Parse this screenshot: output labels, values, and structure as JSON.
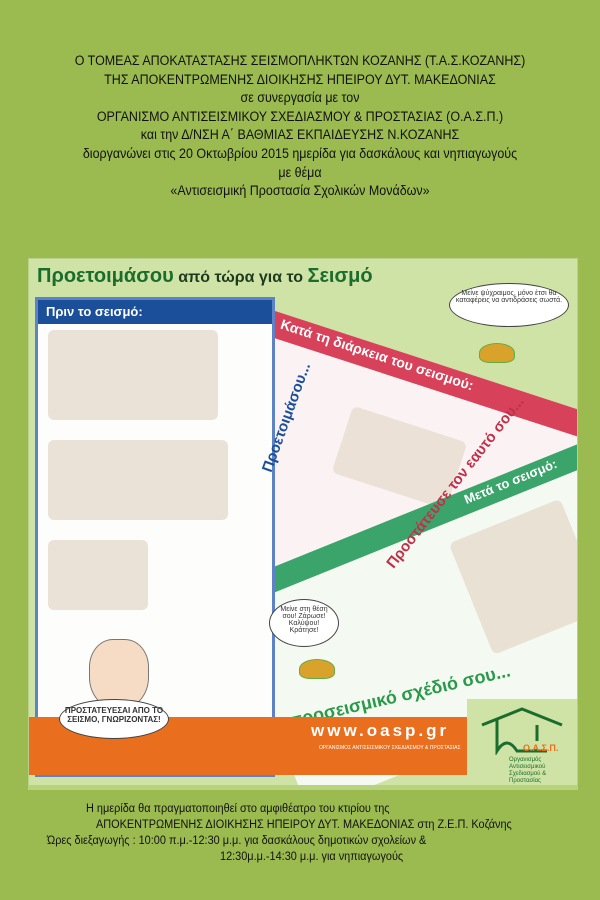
{
  "header": {
    "lines": [
      "Ο  ΤΟΜΕΑΣ ΑΠΟΚΑΤΑΣΤΑΣΗΣ ΣΕΙΣΜΟΠΛΗΚΤΩΝ ΚΟΖΑΝΗΣ (Τ.Α.Σ.ΚΟΖΑΝΗΣ)",
      "ΤΗΣ ΑΠΟΚΕΝΤΡΩΜΕΝΗΣ  ΔΙΟΙΚΗΣΗΣ ΗΠΕΙΡΟΥ ΔΥΤ. ΜΑΚΕΔΟΝΙΑΣ",
      "σε συνεργασία  με τον",
      "ΟΡΓΑΝΙΣΜΟ ΑΝΤΙΣΕΙΣΜΙΚΟΥ ΣΧΕΔΙΑΣΜΟΥ & ΠΡΟΣΤΑΣΙΑΣ (Ο.Α.Σ.Π.)",
      "και την Δ/ΝΣΗ Α΄ ΒΑΘΜΙΑΣ ΕΚΠΑΙΔΕΥΣΗΣ Ν.ΚΟΖΑΝΗΣ",
      "διοργανώνει στις 20 Οκτωβρίου 2015  ημερίδα για δασκάλους και νηπιαγωγούς",
      "με θέμα",
      "«Αντισεισμική Προστασία Σχολικών Μονάδων»"
    ]
  },
  "poster": {
    "title_a": "Προετοιμάσου",
    "title_b": " από τώρα για το ",
    "title_c": "Σεισμό",
    "before": "Πριν το σεισμό:",
    "during": "Κατά τη διάρκεια του σεισμού:",
    "after": "Μετά το σεισμό:",
    "prepare": "Προετοιμάσου...",
    "protect": "Προστάτευσε τον εαυτό σου...",
    "apply": "Εφάρμοσε το προσεισμικό σχέδιό σου...",
    "bubble_top": "Μείνε ψύχραιμος, μόνο έτσι θα καταφέρεις να αντιδράσεις σωστά.",
    "bubble_mid": "Μείνε στη θέση σου! Ζάρωσε! Καλύψου! Κράτησε!",
    "bubble_kid": "ΠΡΟΣΤΑΤΕΥΕΣΑΙ ΑΠΟ ΤΟ ΣΕΙΣΜΟ, ΓΝΩΡΙΖΟΝΤΑΣ!",
    "url": "www.oasp.gr",
    "url_sub": "ΟΡΓΑΝΙΣΜΟΣ ΑΝΤΙΣΕΙΣΜΙΚΟΥ ΣΧΕΔΙΑΣΜΟΥ & ΠΡΟΣΤΑΣΙΑΣ",
    "logo": "Ο.Α.Σ.Π.",
    "logo_sub": "Οργανισμός Αντισεισμικού Σχεδιασμού & Προστασίας"
  },
  "footer": {
    "lines": [
      "Η ημερίδα θα πραγματοποιηθεί στο  αμφιθέατρο του κτιρίου  της",
      "ΑΠΟΚΕΝΤΡΩΜΕΝΗΣ  ΔΙΟΙΚΗΣΗΣ ΗΠΕΙΡΟΥ ΔΥΤ. ΜΑΚΕΔΟΝΙΑΣ  στη Ζ.Ε.Π. Κοζάνης",
      "Ώρες  διεξαγωγής : 10:00 π.μ.-12:30 μ.μ. για δασκάλους δημοτικών σχολείων &",
      "12:30μ.μ.-14:30 μ.μ. για νηπιαγωγούς"
    ]
  }
}
